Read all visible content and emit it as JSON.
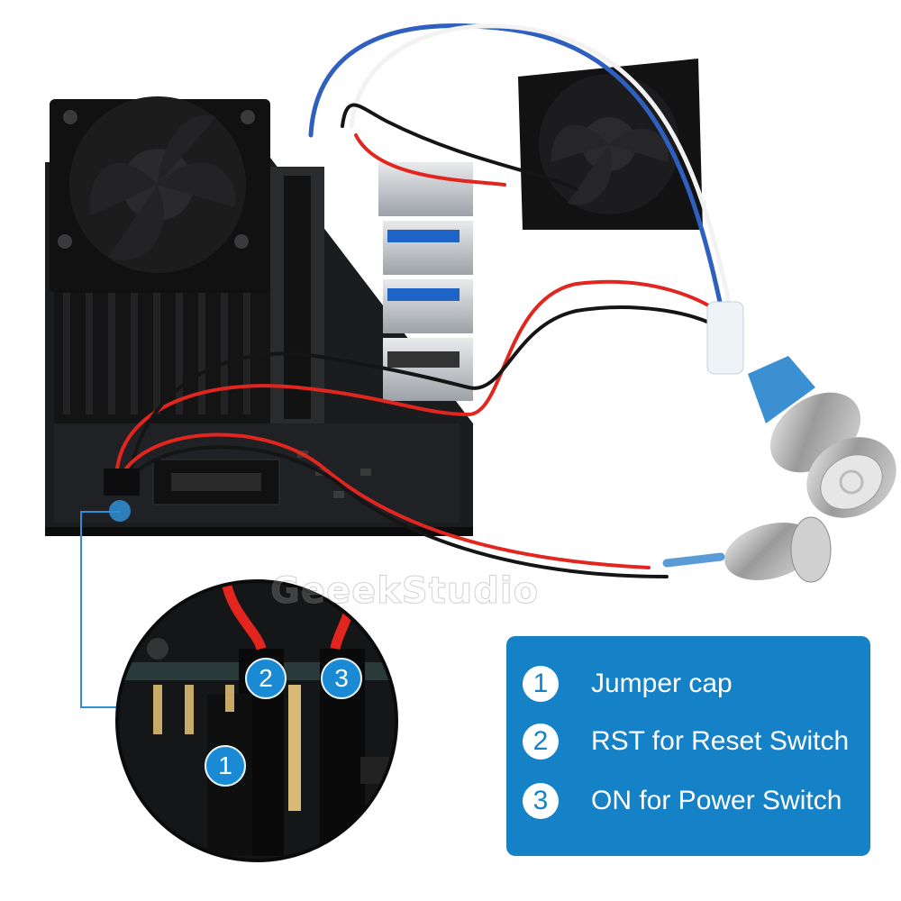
{
  "watermark": "GeeekStudio",
  "legend": {
    "items": [
      {
        "num": "1",
        "text": "Jumper cap"
      },
      {
        "num": "2",
        "text": "RST for Reset Switch"
      },
      {
        "num": "3",
        "text": "ON for Power Switch"
      }
    ]
  },
  "zoom_badges": [
    "1",
    "2",
    "3"
  ],
  "colors": {
    "legend_bg": "#1581c7",
    "badge_bg": "#1a8ad4",
    "pcb": "#1b1c1e",
    "wire_red": "#e2261f",
    "wire_black": "#151515",
    "wire_blue": "#2f5fbf",
    "wire_white": "#f2f2f2"
  }
}
